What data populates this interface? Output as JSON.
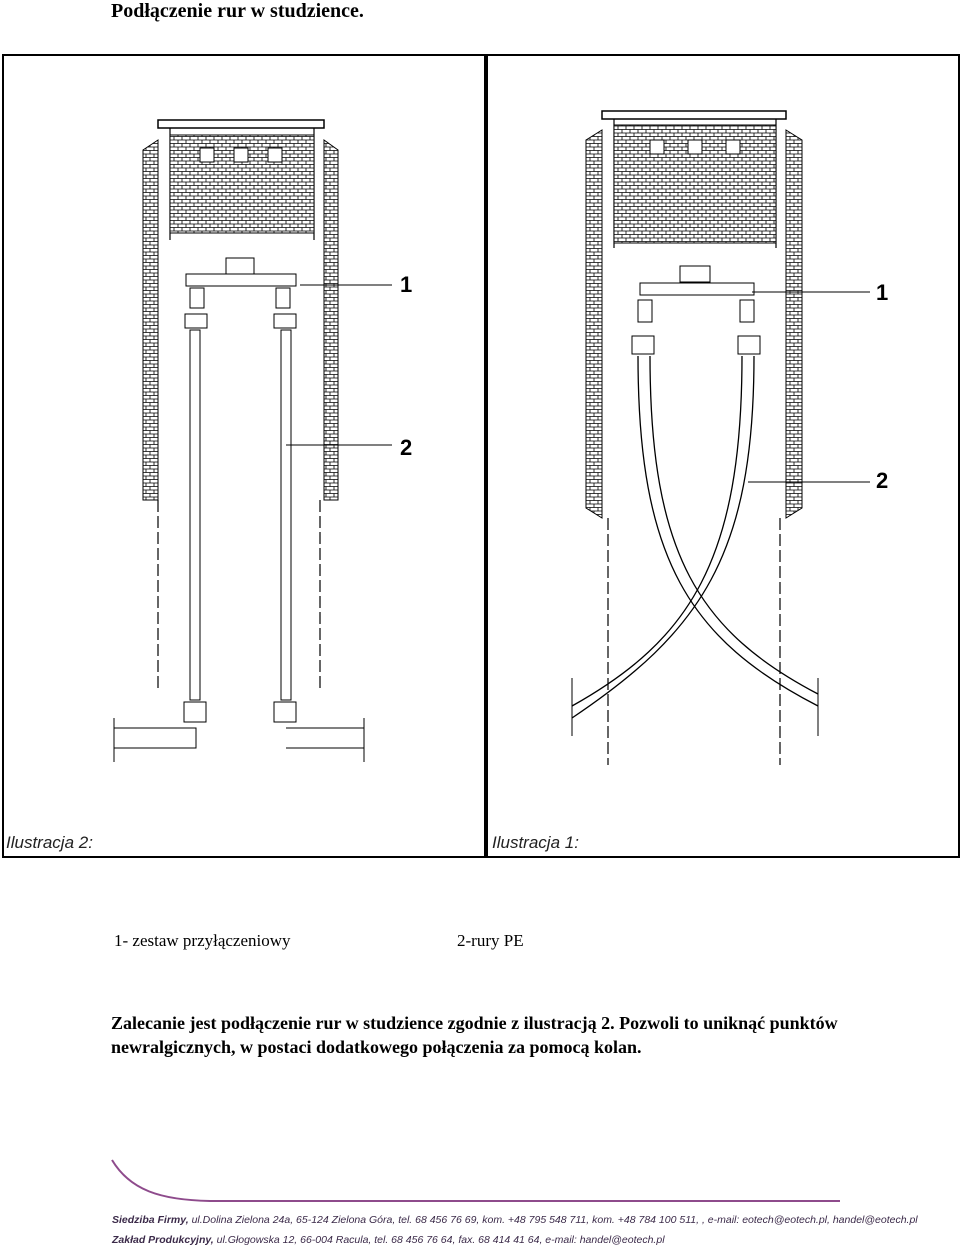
{
  "document": {
    "title": "Podłączenie rur w studzience."
  },
  "illustrations": {
    "left_caption": "Ilustracja 2:",
    "right_caption": "Ilustracja 1:",
    "left_callouts": [
      "1",
      "2"
    ],
    "right_callouts": [
      "1",
      "2"
    ]
  },
  "legend": {
    "item_1": "1- zestaw przyłączeniowy",
    "item_2": "2-rury PE"
  },
  "recommendation": "Zalecanie jest podłączenie rur w studzience zgodnie z ilustracją 2. Pozwoli to uniknąć punktów newralgicznych, w postaci dodatkowego połączenia za pomocą kolan.",
  "footer": {
    "line_1_label": "Siedziba Firmy,",
    "line_1_text": "ul.Dolina Zielona 24a, 65-124 Zielona Góra, tel. 68 456 76 69, kom. +48 795 548 711, kom. +48 784 100 511, , e-mail: eotech@eotech.pl, handel@eotech.pl",
    "line_2_label": "Zakład Produkcyjny,",
    "line_2_text": "ul.Głogowska 12, 66-004 Racula, tel. 68 456 76 64, fax. 68 414 41 64, e-mail: handel@eotech.pl",
    "accent_color": "#8e4b8c"
  }
}
